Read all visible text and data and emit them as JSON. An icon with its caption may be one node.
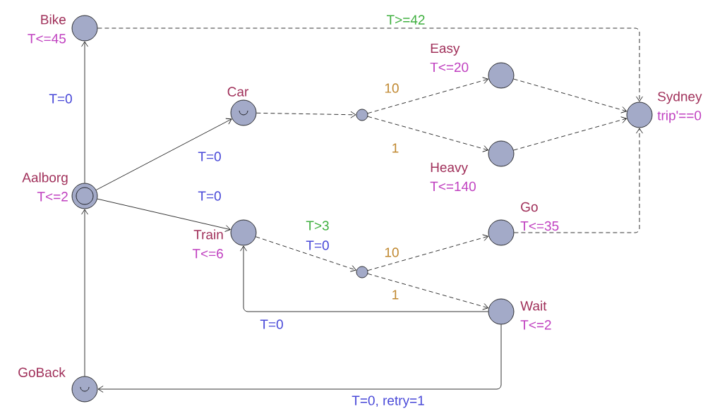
{
  "diagram": {
    "nodes": [
      {
        "text": [
          "Bike",
          "T<=45"
        ]
      },
      {
        "text": [
          "Easy",
          "T<=20"
        ]
      },
      {
        "text": [
          "Car"
        ]
      },
      {
        "text": [],
        "shape": "circle"
      },
      {
        "text": [
          "Sydney",
          "trip'==0"
        ]
      },
      {
        "text": [
          "Heavy",
          "T<=140"
        ]
      },
      {
        "text": [
          "Aalborg",
          "T<=2"
        ]
      },
      {
        "text": [
          "Train",
          "T<=6"
        ]
      },
      {
        "text": [
          "Go",
          "T<=35"
        ]
      },
      {
        "text": [],
        "shape": "circle"
      },
      {
        "text": [
          "Wait",
          "T<=2"
        ]
      },
      {
        "text": [
          "GoBack"
        ]
      }
    ],
    "edges": [
      {
        "from": 6,
        "to": 0,
        "arrow": "to",
        "label": "T=0"
      },
      {
        "from": 6,
        "to": 2,
        "arrow": "to",
        "label": "T=0"
      },
      {
        "from": 6,
        "to": 7,
        "arrow": "to",
        "label": "T=0"
      },
      {
        "from": 0,
        "to": 4,
        "arrow": "to",
        "label": "T>=42",
        "style": "dashed"
      },
      {
        "from": 2,
        "to": 3,
        "arrow": "to",
        "style": "dashed"
      },
      {
        "from": 3,
        "to": 1,
        "arrow": "to",
        "label": "10",
        "style": "dashed"
      },
      {
        "from": 3,
        "to": 5,
        "arrow": "to",
        "label": "1",
        "style": "dashed"
      },
      {
        "from": 1,
        "to": 4,
        "arrow": "to",
        "style": "dashed"
      },
      {
        "from": 5,
        "to": 4,
        "arrow": "to",
        "style": "dashed"
      },
      {
        "from": 8,
        "to": 4,
        "arrow": "to",
        "style": "dashed"
      },
      {
        "from": 7,
        "to": 9,
        "arrow": "to",
        "label": "T>3",
        "style": "dashed"
      },
      {
        "from": 9,
        "to": 8,
        "arrow": "to",
        "label": "10",
        "style": "dashed"
      },
      {
        "from": 9,
        "to": 10,
        "arrow": "to",
        "label": "1",
        "style": "dashed"
      },
      {
        "from": 10,
        "to": 7,
        "arrow": "to",
        "label": "T=0"
      },
      {
        "from": 10,
        "to": 11,
        "arrow": "to",
        "label": "T=0, retry=1"
      },
      {
        "from": 11,
        "to": 6,
        "arrow": "to"
      }
    ],
    "labels": [
      "T=0"
    ]
  }
}
